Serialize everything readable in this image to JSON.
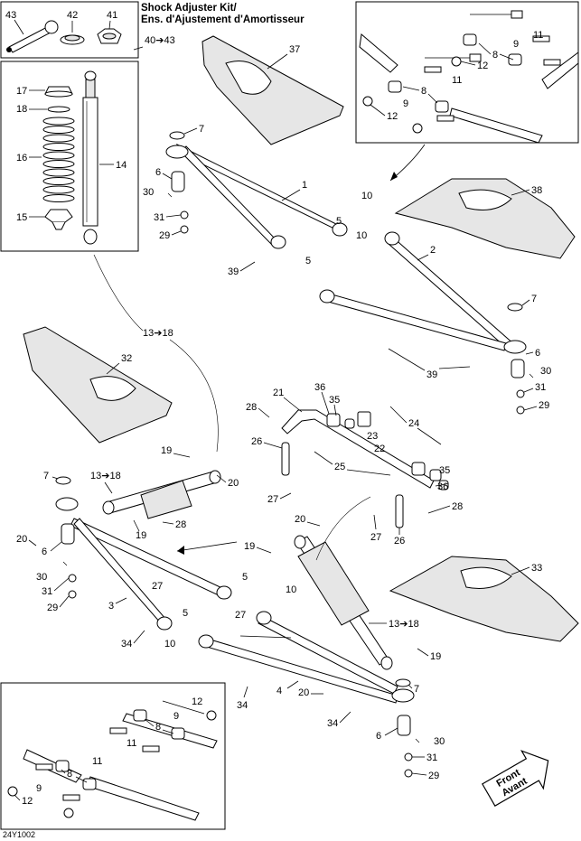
{
  "kit_title_line1": "Shock Adjuster Kit/",
  "kit_title_line2": "Ens. d'Ajustement d'Amortisseur",
  "kit_range": "40➔43",
  "drawing_code": "24Y1002",
  "front_badge": {
    "line1": "Front",
    "line2": "Avant"
  },
  "callouts": {
    "c43": "43",
    "c42": "42",
    "c41": "41",
    "c17": "17",
    "c18": "18",
    "c16": "16",
    "c14": "14",
    "c15": "15",
    "c37": "37",
    "c38": "38",
    "c32": "32",
    "c33": "33",
    "c1": "1",
    "c2": "2",
    "c3": "3",
    "c4": "4",
    "c5": "5",
    "c6": "6",
    "c7": "7",
    "c8": "8",
    "c9": "9",
    "c10": "10",
    "c11": "11",
    "c12": "12",
    "r13_18": "13➔18",
    "c19": "19",
    "c20": "20",
    "c21": "21",
    "c22": "22",
    "c23": "23",
    "c24": "24",
    "c25": "25",
    "c26": "26",
    "c27": "27",
    "c28": "28",
    "c29": "29",
    "c30": "30",
    "c31": "31",
    "c34": "34",
    "c35": "35",
    "c36": "36",
    "c39": "39"
  }
}
